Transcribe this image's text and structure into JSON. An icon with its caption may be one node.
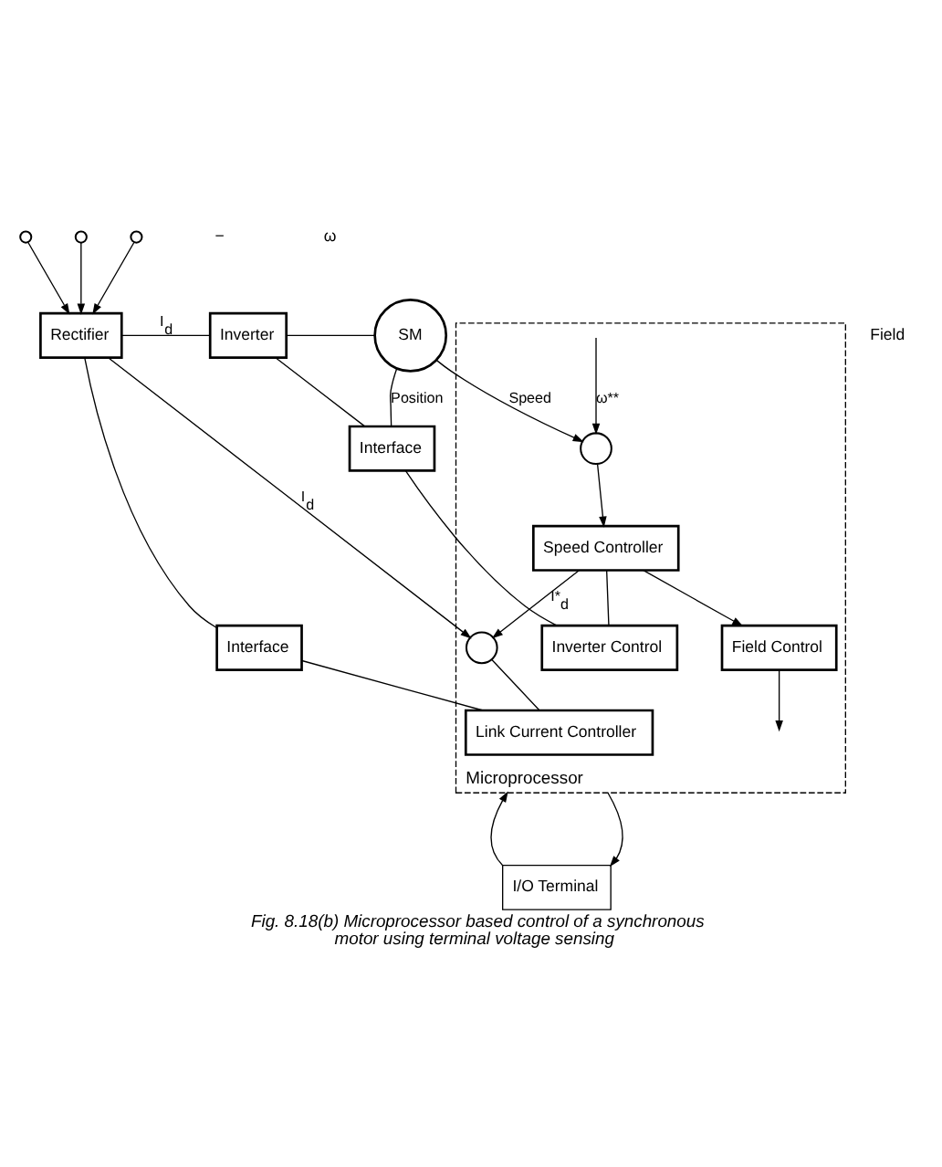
{
  "diagram": {
    "caption": "Fig. 8.18(b) Microprocessor based control of a synchronous motor using terminal voltage sensing",
    "nodes": [
      {
        "text": [],
        "shape": "circle"
      },
      {
        "text": [],
        "shape": "circle"
      },
      {
        "text": [],
        "shape": "circle"
      },
      {
        "text": [
          "Rectifier"
        ]
      },
      {
        "text": [
          "Inverter"
        ]
      },
      {
        "text": [
          "SM"
        ]
      },
      {
        "text": [
          "Interface"
        ]
      },
      {
        "text": [
          "Interface"
        ]
      },
      {
        "text": [
          "Microprocessor"
        ]
      },
      {
        "text": [
          "Link Current Controller"
        ],
        "in": 8
      },
      {
        "text": [
          "Inverter Control"
        ],
        "in": 8
      },
      {
        "text": [],
        "shape": "circle",
        "in": 8
      },
      {
        "text": [
          "Field Control"
        ],
        "in": 8
      },
      {
        "text": [
          "Speed Controller"
        ],
        "in": 8
      },
      {
        "text": [],
        "shape": "circle",
        "in": 8
      },
      {
        "text": [
          "I/O Terminal"
        ]
      }
    ],
    "edges": [
      {
        "from": 0,
        "to": 3,
        "arrow": "to"
      },
      {
        "from": 1,
        "to": 3,
        "arrow": "to"
      },
      {
        "from": 2,
        "to": 3,
        "arrow": "to"
      },
      {
        "from": 3,
        "to": 4,
        "arrow": "none",
        "label": "I$_{d}$"
      },
      {
        "from": 4,
        "to": 5,
        "arrow": "none"
      },
      {
        "from": 3,
        "to": 6,
        "arrow": "none"
      },
      {
        "from": 4,
        "to": 7,
        "arrow": "none"
      },
      {
        "from": 5,
        "to": 7,
        "arrow": "none",
        "label": "Position"
      },
      {
        "from": 6,
        "to": 9,
        "arrow": "none"
      },
      {
        "from": 7,
        "to": 10,
        "arrow": "none"
      },
      {
        "from": 11,
        "to": 9,
        "arrow": "none"
      },
      {
        "from": 3,
        "to": 11,
        "arrow": "to",
        "label": "I$_{d}$"
      },
      {
        "from": 13,
        "to": 11,
        "arrow": "to",
        "label": "I*$_{d}$"
      },
      {
        "from": 13,
        "to": 10,
        "arrow": "none"
      },
      {
        "from": 13,
        "to": 12,
        "arrow": "to"
      },
      {
        "from": 12,
        "to": null,
        "arrow": "to"
      },
      {
        "from": 14,
        "to": 13,
        "arrow": "to"
      },
      {
        "from": 5,
        "to": 14,
        "arrow": "to",
        "label": "Speed"
      },
      {
        "from": null,
        "to": 14,
        "arrow": "to",
        "label": "ω**"
      },
      {
        "from": 15,
        "to": 8,
        "arrow": "to"
      },
      {
        "from": 8,
        "to": 15,
        "arrow": "to"
      }
    ],
    "labels": [
      "Field",
      "−",
      "ω"
    ]
  }
}
